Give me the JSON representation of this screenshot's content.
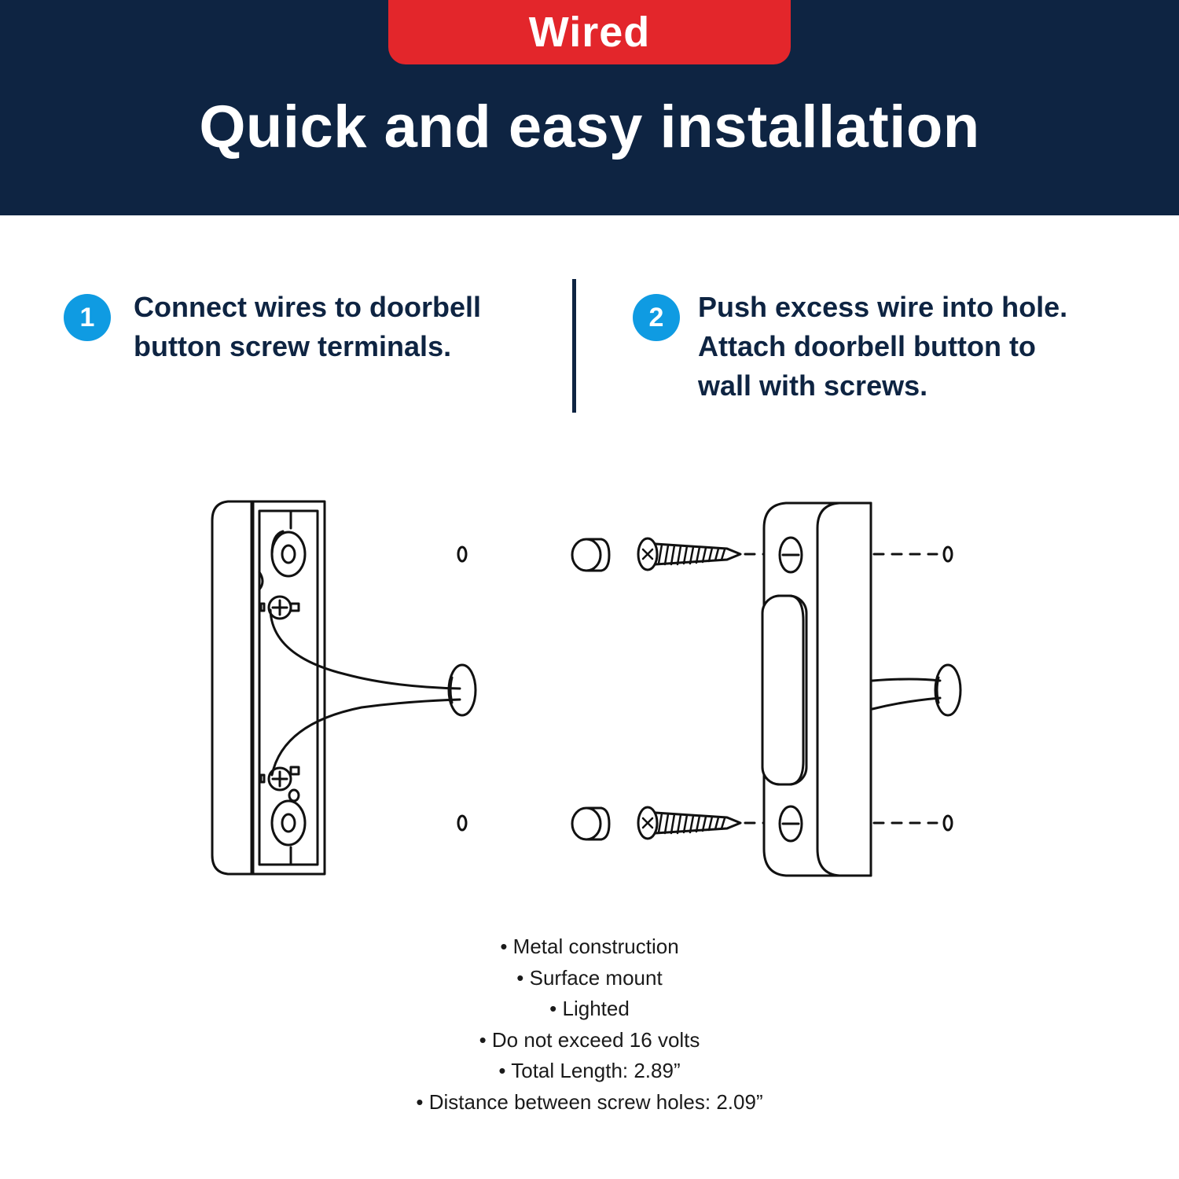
{
  "header": {
    "tag": "Wired",
    "title": "Quick and easy installation"
  },
  "steps": [
    {
      "number": "1",
      "lines": [
        "Connect wires to doorbell",
        "button screw terminals."
      ]
    },
    {
      "number": "2",
      "lines": [
        "Push excess wire into hole.",
        "Attach doorbell button to",
        "wall with screws."
      ]
    }
  ],
  "features": [
    "• Metal construction",
    "• Surface mount",
    "• Lighted",
    "• Do not exceed 16 volts",
    "• Total Length: 2.89”",
    "• Distance between screw holes: 2.09”"
  ],
  "colors": {
    "header_bg": "#0e2442",
    "tag_bg": "#e3262b",
    "badge_bg": "#0f9be2",
    "step_text": "#0e2442"
  },
  "illustration": {
    "icons": [
      "doorbell-back-view-icon",
      "wire-hole-icon",
      "wall-anchor-icon",
      "screw-icon",
      "doorbell-side-view-icon"
    ]
  }
}
